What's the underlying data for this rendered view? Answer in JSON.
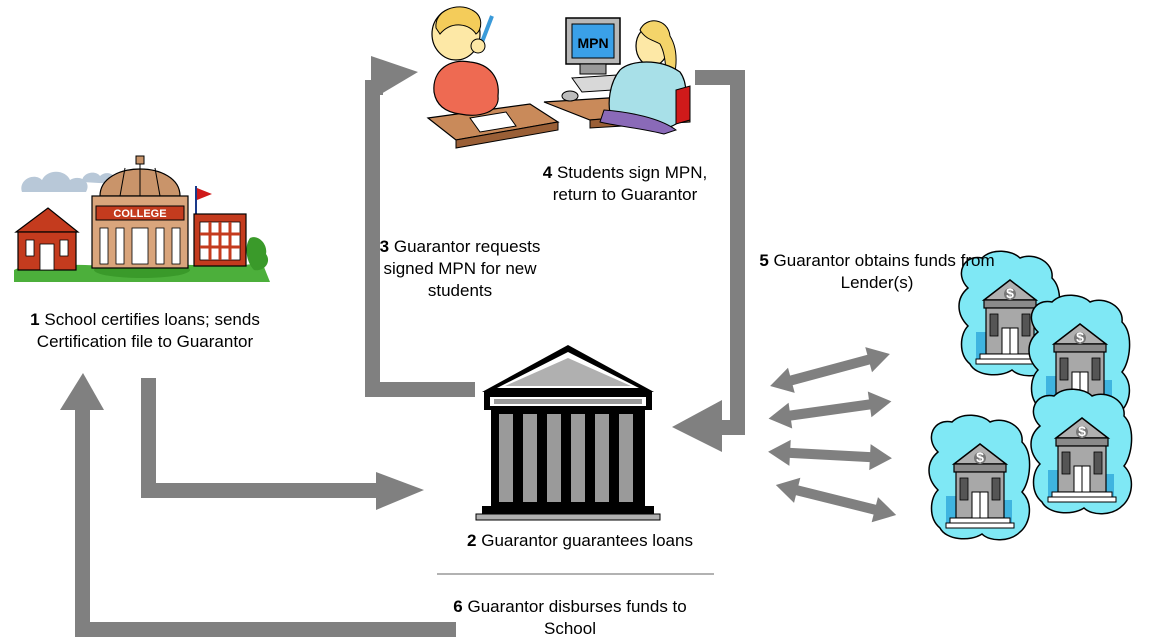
{
  "steps": {
    "s1": {
      "num": "1",
      "text": "School certifies loans; sends Certification file to Guarantor"
    },
    "s2": {
      "num": "2",
      "text": "Guarantor guarantees loans"
    },
    "s3": {
      "num": "3",
      "text": "Guarantor requests signed MPN for new students"
    },
    "s4": {
      "num": "4",
      "text": "Students sign MPN, return to Guarantor"
    },
    "s5": {
      "num": "5",
      "text": "Guarantor obtains funds from Lender(s)"
    },
    "s6": {
      "num": "6",
      "text": "Guarantor disburses funds to School"
    }
  },
  "college_sign": "COLLEGE",
  "monitor_label": "MPN",
  "bank_sign": "$",
  "colors": {
    "arrow": "#808080",
    "bank_cloud": "#7fe8f5",
    "college_brick": "#c43b1e",
    "college_dome": "#c9946a"
  }
}
